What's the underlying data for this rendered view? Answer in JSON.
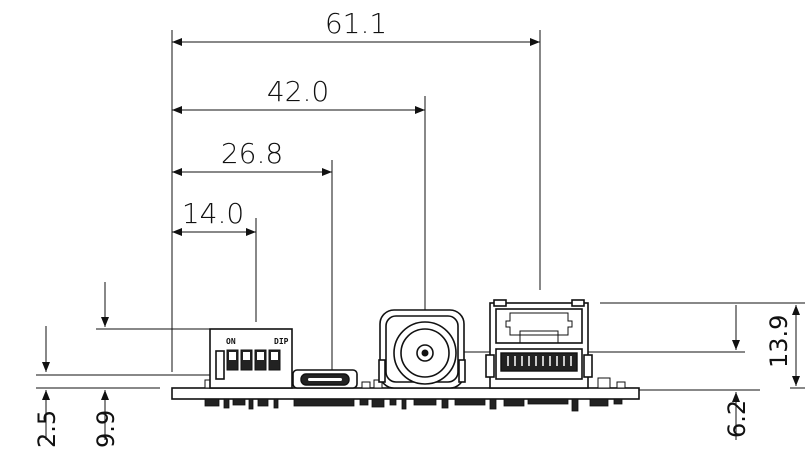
{
  "dimensions": {
    "width_total": "61.1",
    "width_coax": "42.0",
    "width_usb": "26.8",
    "width_switch": "14.0",
    "height_rj45": "13.9",
    "height_board_top": "2.5",
    "height_switch": "9.9",
    "height_bottom": "6.2"
  },
  "switch_labels": {
    "on": "ON",
    "dip": "DIP"
  }
}
